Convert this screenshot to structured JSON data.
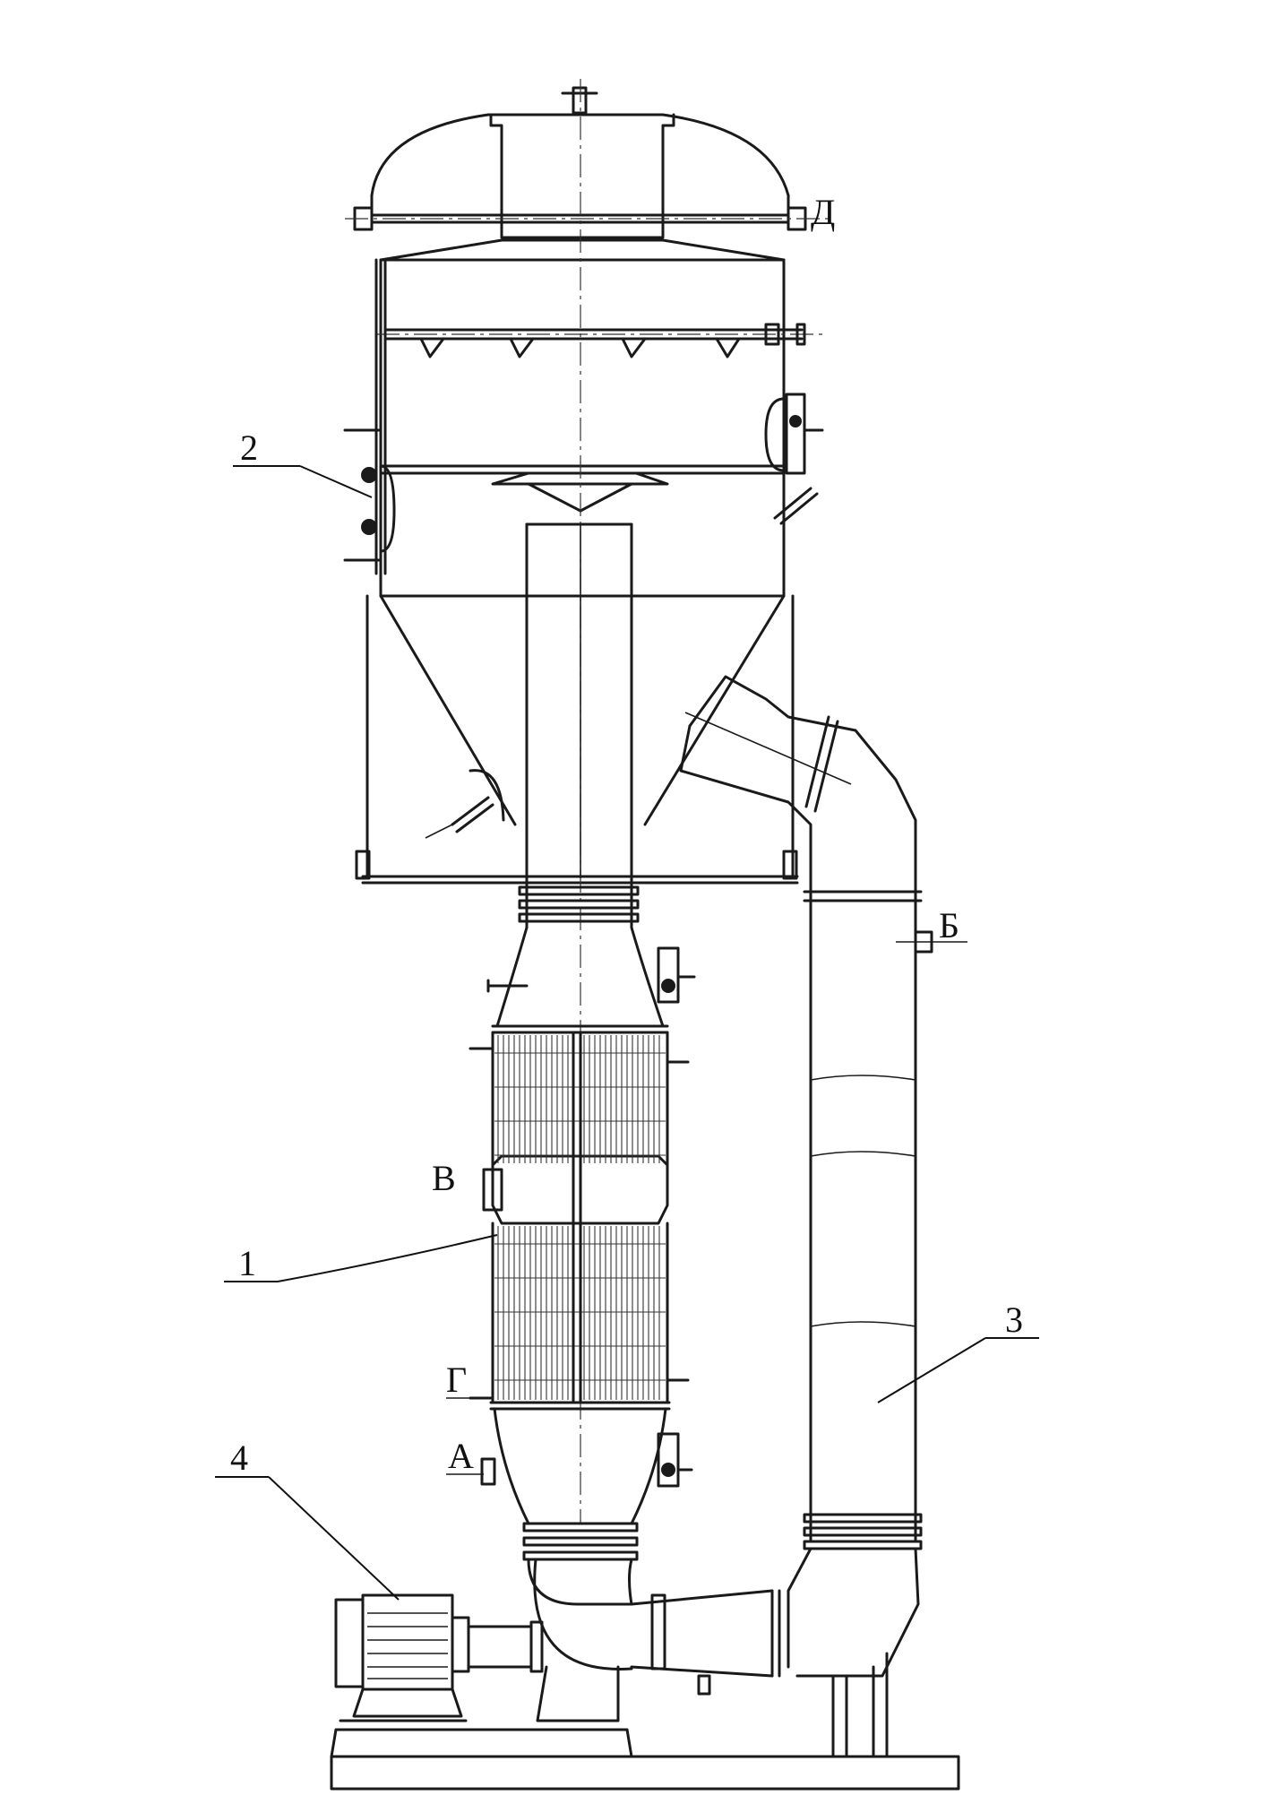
{
  "labels": {
    "part_1": "1",
    "part_2": "2",
    "part_3": "3",
    "part_4": "4",
    "nozzle_a": "А",
    "nozzle_b": "Б",
    "nozzle_v": "В",
    "nozzle_g": "Г",
    "nozzle_d": "Д"
  }
}
